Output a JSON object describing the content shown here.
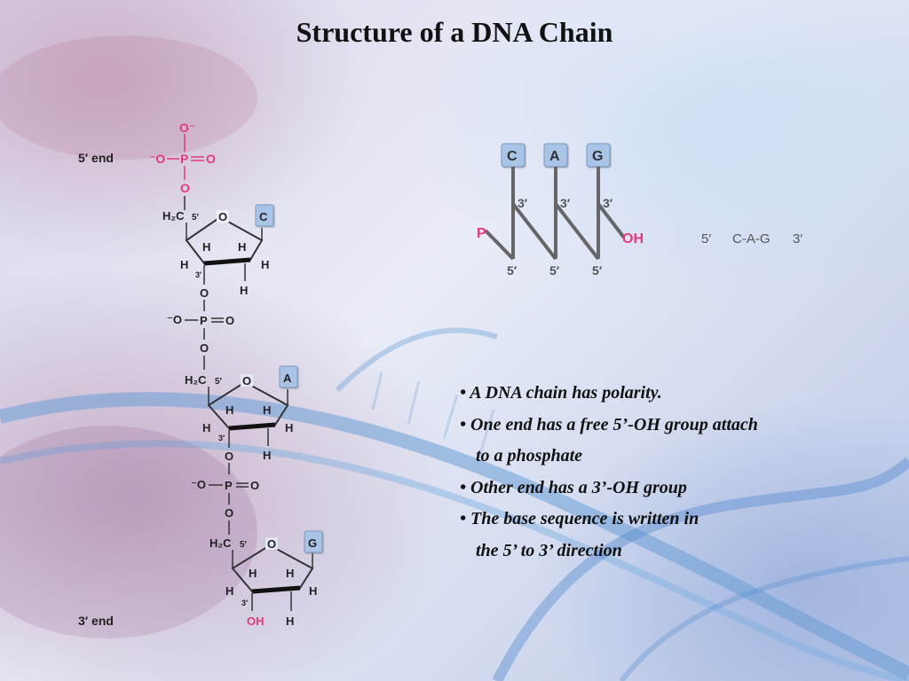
{
  "slide": {
    "title": "Structure of a DNA Chain"
  },
  "chain_diagram": {
    "end_5_label": "5′ end",
    "end_3_label": "3′ end",
    "phosphate": {
      "o_top": "O⁻",
      "o_left": "⁻O",
      "p": "P",
      "o_right": "O",
      "o_bottom": "O"
    },
    "sugar": {
      "h2c": "H₂C",
      "c5": "5′",
      "ring_o": "O",
      "h": "H",
      "c3": "3′"
    },
    "bases": [
      "C",
      "A",
      "G"
    ],
    "terminal_oh": "OH",
    "colors": {
      "phosphate": "#e23a7a",
      "base_fill": "#a9c4e6",
      "oh": "#e23a7a"
    }
  },
  "sequence_diagram": {
    "bases": [
      "C",
      "A",
      "G"
    ],
    "phosphate_label": "P",
    "oh_label": "OH",
    "prime3": "3′",
    "prime5": "5′",
    "sequence_start": "5′",
    "sequence": "C-A-G",
    "sequence_end": "3′"
  },
  "bullets": [
    {
      "text": "• A DNA chain has polarity."
    },
    {
      "text": "• One end has a free 5’-OH group attach"
    },
    {
      "text": "to a phosphate",
      "indent": true
    },
    {
      "text": "• Other end has a 3’-OH group"
    },
    {
      "text": "• The base sequence is written in"
    },
    {
      "text": "the 5’ to 3’ direction",
      "indent": true
    }
  ]
}
